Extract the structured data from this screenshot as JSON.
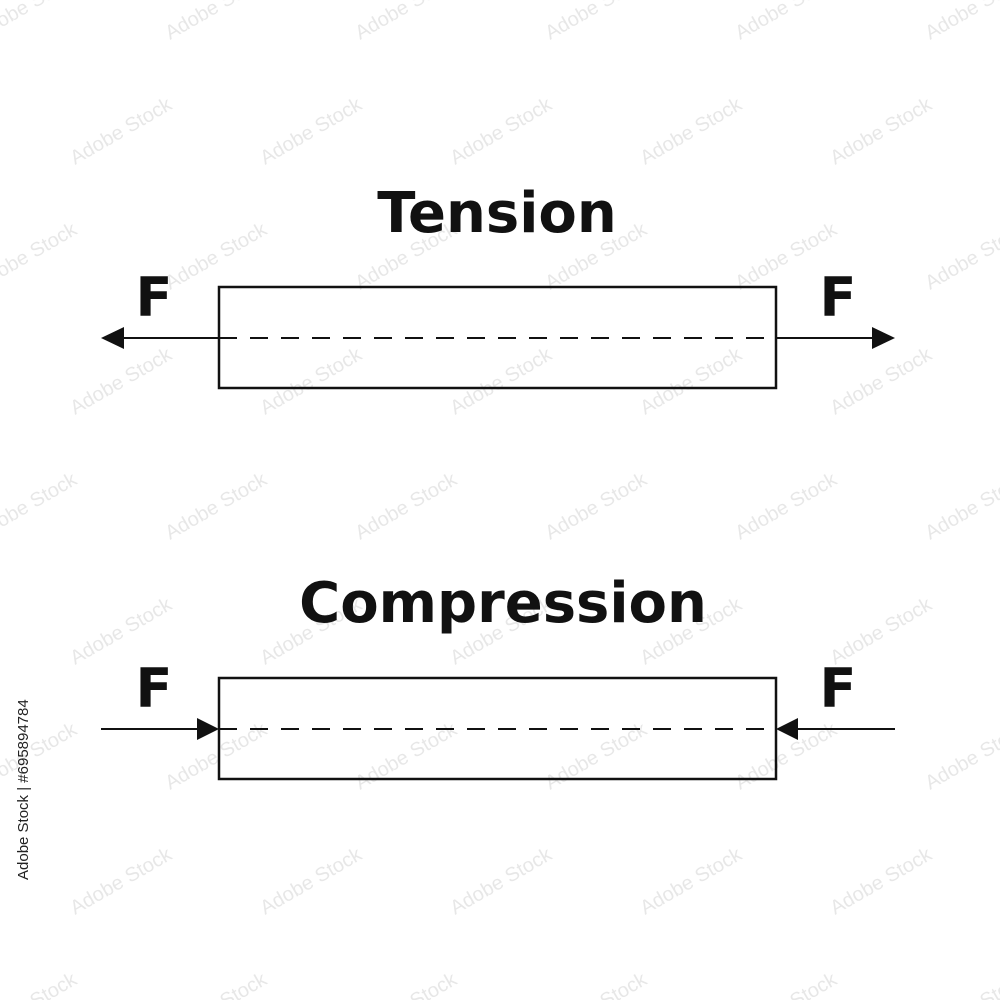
{
  "colors": {
    "ink": "#111111",
    "background": "#ffffff",
    "watermark": "#bdbdbd"
  },
  "stock_id": "Adobe Stock | #695894784",
  "watermark_text": "Adobe Stock",
  "diagrams": [
    {
      "id": "tension",
      "title": "Tension",
      "left_force_label": "F",
      "right_force_label": "F",
      "left_arrow_direction": "outward",
      "right_arrow_direction": "outward"
    },
    {
      "id": "compression",
      "title": "Compression",
      "left_force_label": "F",
      "right_force_label": "F",
      "left_arrow_direction": "inward",
      "right_arrow_direction": "inward"
    }
  ]
}
